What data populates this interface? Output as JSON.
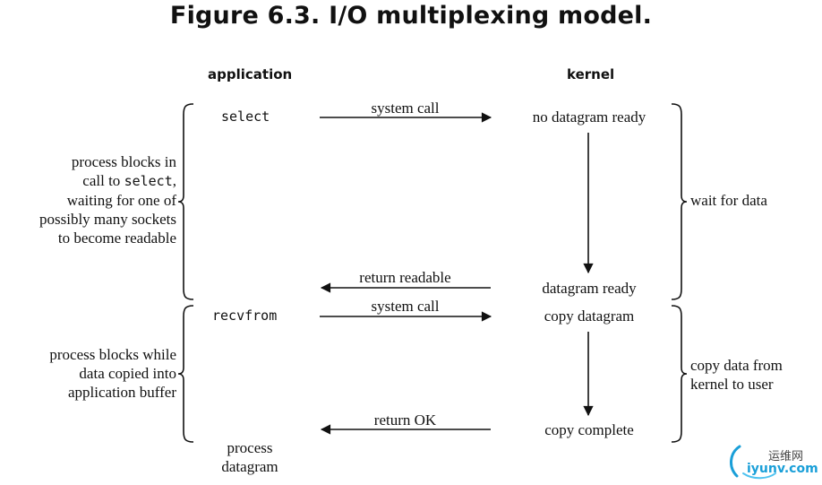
{
  "title": "Figure 6.3. I/O multiplexing model.",
  "headers": {
    "application": "application",
    "kernel": "kernel"
  },
  "app": {
    "select": "select",
    "recvfrom": "recvfrom",
    "process_datagram": [
      "process",
      "datagram"
    ]
  },
  "kernel": {
    "no_datagram_ready": "no datagram ready",
    "datagram_ready": "datagram ready",
    "copy_datagram": "copy datagram",
    "copy_complete": "copy complete"
  },
  "arrows": {
    "system_call_1": "system call",
    "return_readable": "return readable",
    "system_call_2": "system call",
    "return_ok": "return OK"
  },
  "left_notes": {
    "block1": {
      "line1": "process blocks in",
      "line2_prefix": "call to ",
      "line2_code": "select",
      "line2_suffix": ",",
      "line3": "waiting for one of",
      "line4": "possibly many sockets",
      "line5": "to become readable"
    },
    "block2": [
      "process blocks while",
      "data copied into",
      "application buffer"
    ]
  },
  "right_notes": {
    "wait": "wait for data",
    "copy": [
      "copy data from",
      "kernel to user"
    ]
  },
  "watermark": {
    "cn": "运维网",
    "url": "iyunv.com",
    "accent": "#1a9fd8"
  }
}
